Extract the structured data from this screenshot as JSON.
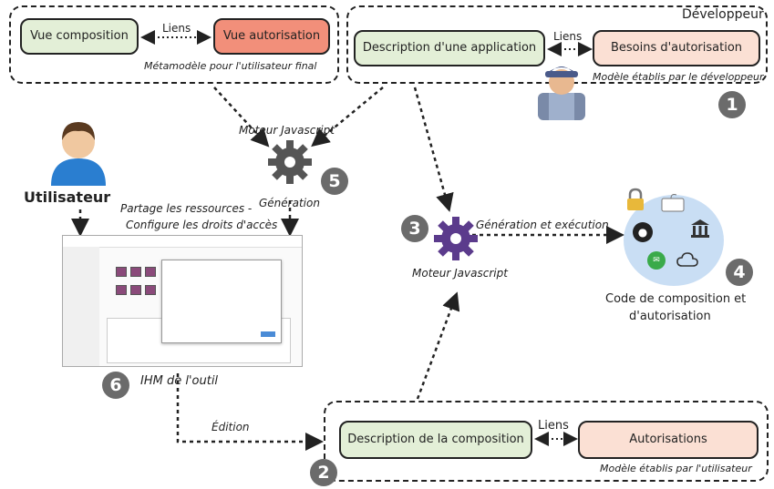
{
  "top_left_group": {
    "vue_composition": "Vue composition",
    "liens": "Liens",
    "vue_autorisation": "Vue autorisation",
    "caption": "Métamodèle pour l'utilisateur final"
  },
  "top_right_group": {
    "title": "Développeur",
    "description_application": "Description d'une application",
    "liens": "Liens",
    "besoins_autorisation": "Besoins d'autorisation",
    "caption": "Modèle établis par le développeur",
    "badge": "1"
  },
  "bottom_group": {
    "description_composition": "Description de la composition",
    "liens": "Liens",
    "autorisations": "Autorisations",
    "caption": "Modèle établis par l'utilisateur",
    "badge": "2"
  },
  "engine_left": {
    "label_top": "Moteur Javascript",
    "label_bottom": "Génération",
    "badge": "5"
  },
  "engine_center": {
    "label_gen": "Génération et exécution",
    "label_bottom": "Moteur Javascript",
    "badge": "3"
  },
  "code": {
    "caption_line1": "Code de composition et",
    "caption_line2": "d'autorisation",
    "badge": "4"
  },
  "user": {
    "label": "Utilisateur",
    "share_line1": "Partage les ressources -",
    "share_line2": "Configure les droits d'accès"
  },
  "tool": {
    "caption": "IHM de l'outil",
    "badge": "6",
    "edition": "Édition"
  },
  "colors": {
    "green": "#e3efd7",
    "red": "#f28f7a",
    "pink": "#fbe0d4",
    "engine_gray": "#555555",
    "engine_purple": "#5b3b8c",
    "badge_gray": "#6b6b6b"
  }
}
